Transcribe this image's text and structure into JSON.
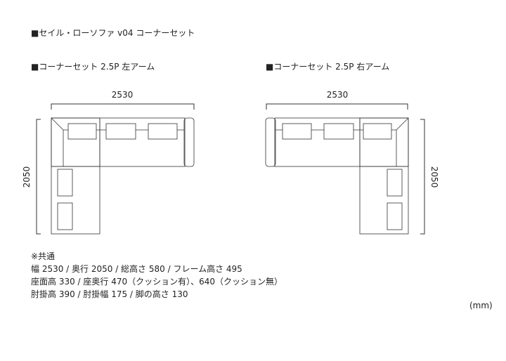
{
  "title": "■セイル・ローソファ v04 コーナーセット",
  "left": {
    "label": "■コーナーセット 2.5P 左アーム",
    "width": "2530",
    "depth": "2050"
  },
  "right": {
    "label": "■コーナーセット 2.5P 右アーム",
    "width": "2530",
    "depth": "2050"
  },
  "notes": [
    "※共通",
    "幅 2530 / 奥行 2050 / 総高さ 580 / フレーム高さ 495",
    "座面高 330 / 座奥行 470（クッション有）、640（クッション無）",
    "肘掛高 390 / 肘掛幅 175 / 脚の高さ 130"
  ],
  "unit": "(mm)"
}
